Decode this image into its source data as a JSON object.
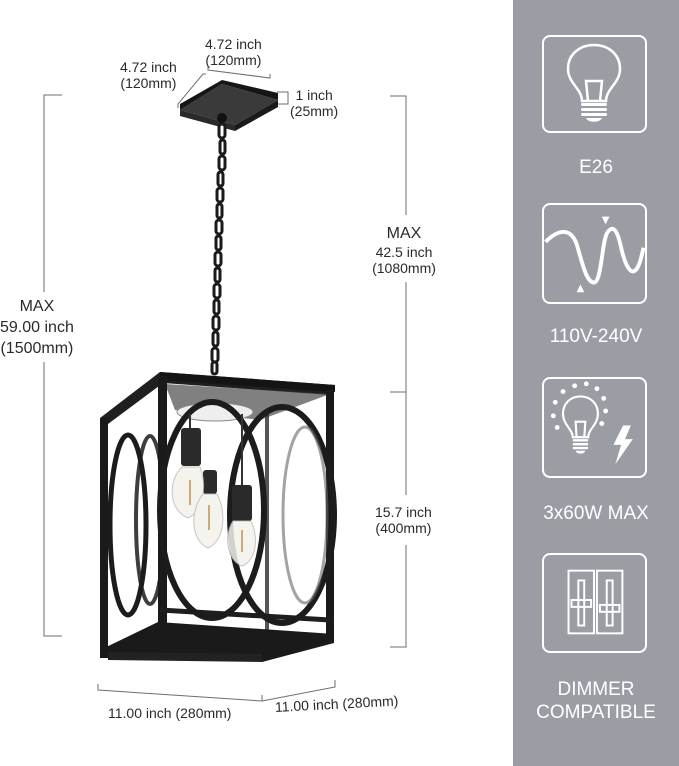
{
  "dimensions": {
    "canopy_width": {
      "inch": "4.72 inch",
      "mm": "(120mm)"
    },
    "canopy_depth": {
      "inch": "4.72 inch",
      "mm": "(120mm)"
    },
    "canopy_height": {
      "inch": "1 inch",
      "mm": "(25mm)"
    },
    "overall_max": {
      "label": "MAX",
      "inch": "59.00 inch",
      "mm": "(1500mm)"
    },
    "chain_max": {
      "label": "MAX",
      "inch": "42.5 inch",
      "mm": "(1080mm)"
    },
    "body_height": {
      "inch": "15.7 inch",
      "mm": "(400mm)"
    },
    "body_width": {
      "text": "11.00 inch (280mm)"
    },
    "body_depth": {
      "text": "11.00 inch (280mm)"
    }
  },
  "features": [
    {
      "icon": "light-bulb-icon",
      "label": "E26"
    },
    {
      "icon": "sine-wave-voltage-icon",
      "label": "110V-240V"
    },
    {
      "icon": "bulb-with-lightning-icon",
      "label": "3x60W MAX"
    },
    {
      "icon": "dimmer-slider-icon",
      "label_line1": "DIMMER",
      "label_line2": "COMPATIBLE"
    }
  ],
  "colors": {
    "panel_bg": "#9a9ea4",
    "icon_stroke": "#ffffff",
    "lamp_metal": "#1e1e1e",
    "dimension_line": "#6e6e6e"
  }
}
